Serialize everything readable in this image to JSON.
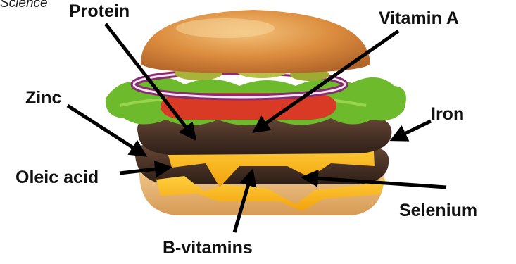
{
  "corner_text": "Science",
  "labels": {
    "protein": "Protein",
    "vitamin_a": "Vitamin A",
    "zinc": "Zinc",
    "iron": "Iron",
    "oleic_acid": "Oleic acid",
    "selenium": "Selenium",
    "b_vitamins": "B-vitamins"
  },
  "colors": {
    "bun": "#d98a3c",
    "patty": "#4a3428",
    "cheese": "#f5b10e",
    "lettuce": "#6dbb2d",
    "tomato": "#d93a25",
    "onion": "#8a2a73",
    "arrow": "#000000"
  }
}
